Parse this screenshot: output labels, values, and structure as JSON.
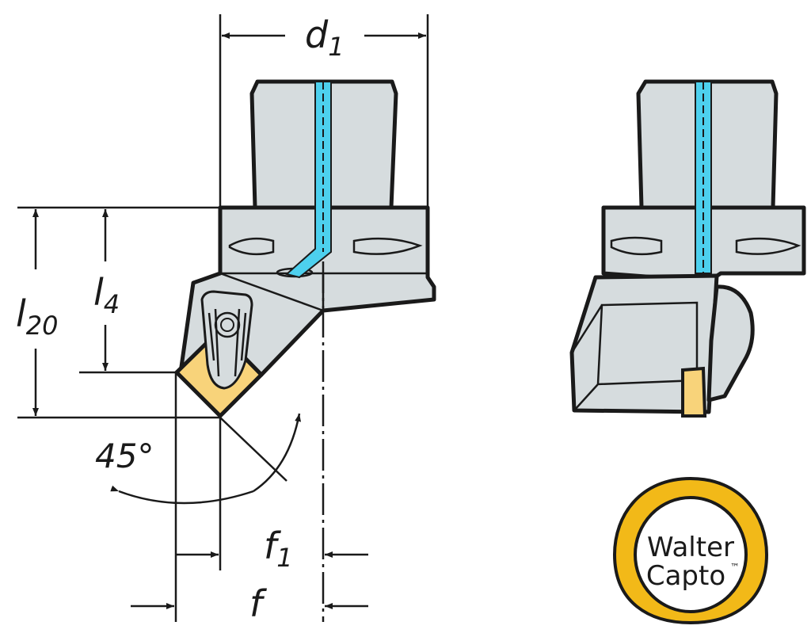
{
  "title": "Walter Capto tool holder dimension drawing",
  "dimensions": {
    "d1": {
      "main": "d",
      "sub": "1"
    },
    "l20": {
      "main": "l",
      "sub": "20"
    },
    "l4": {
      "main": "l",
      "sub": "4"
    },
    "angle": "45°",
    "f1": {
      "main": "f",
      "sub": "1"
    },
    "f": {
      "main": "f"
    }
  },
  "logo": {
    "line1": "Walter",
    "line2": "Capto",
    "trademark": "™"
  },
  "colors": {
    "body": "#d6dcde",
    "coolant": "#4dd0ee",
    "insert": "#f8d37a",
    "logo_ring": "#f2b918"
  }
}
